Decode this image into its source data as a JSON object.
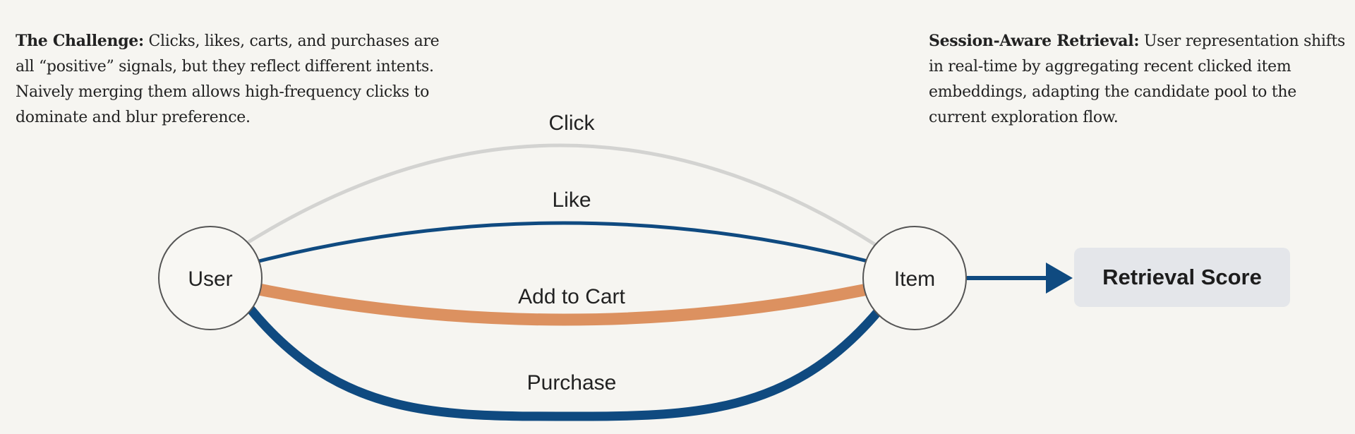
{
  "left_note": {
    "heading": "The Challenge:",
    "body": " Clicks, likes, carts, and purchases are all “positive” signals, but they reflect different intents. Naively merging them allows high-frequency clicks to dominate and blur preference."
  },
  "right_note": {
    "heading": "Session-Aware Retrieval:",
    "body": " User representation shifts in real-time by aggregating recent clicked item embeddings, adapting the candidate pool to the current exploration flow."
  },
  "nodes": {
    "user": "User",
    "item": "Item"
  },
  "edges": [
    {
      "label": "Click",
      "color": "#d3d3d1"
    },
    {
      "label": "Like",
      "color": "#0f4a80"
    },
    {
      "label": "Add to Cart",
      "color": "#dc9160"
    },
    {
      "label": "Purchase",
      "color": "#0f4a80"
    }
  ],
  "output": {
    "label": "Retrieval Score",
    "arrow_color": "#0f4a80"
  }
}
